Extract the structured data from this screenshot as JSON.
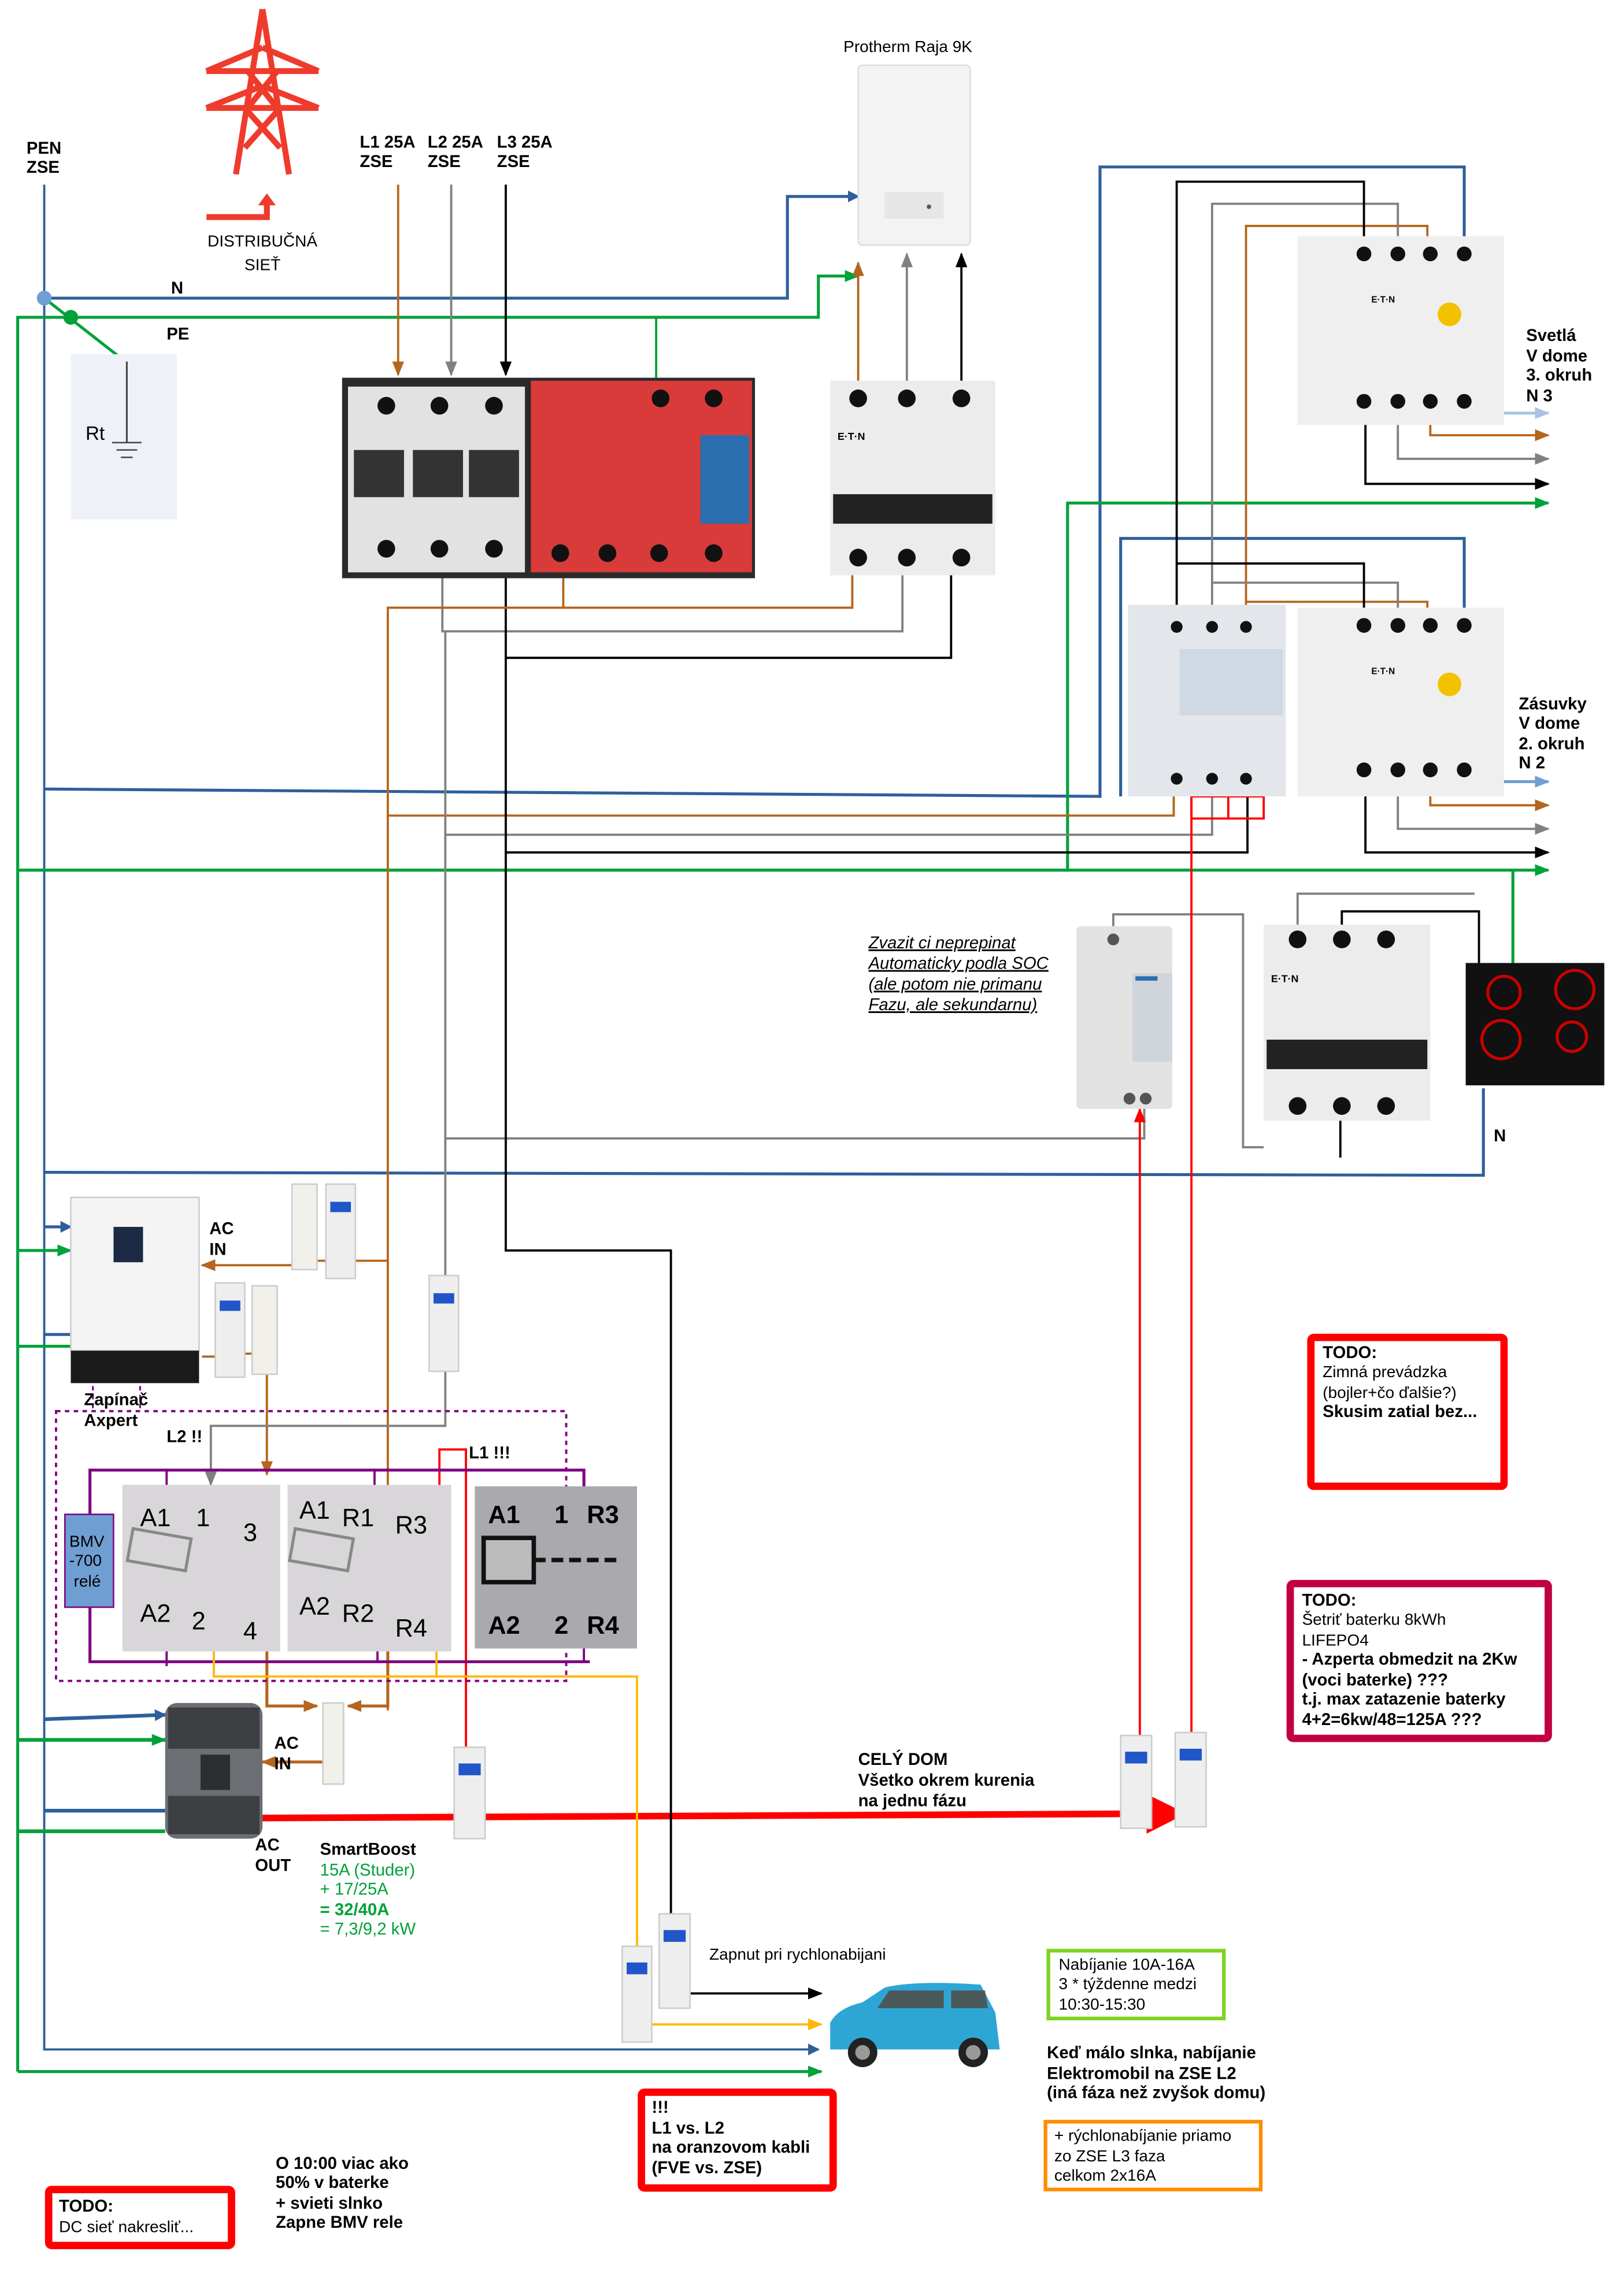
{
  "grid": {
    "pen_label": [
      "PEN",
      "ZSE"
    ],
    "distribution_label": [
      "DISTRIBUČNÁ",
      "SIEŤ"
    ],
    "phases": [
      {
        "label": "L1 25A",
        "sub": "ZSE",
        "color": "#b5651d"
      },
      {
        "label": "L2 25A",
        "sub": "ZSE",
        "color": "#808080"
      },
      {
        "label": "L3 25A",
        "sub": "ZSE",
        "color": "#000000"
      }
    ],
    "n_label": "N",
    "pe_label": "PE",
    "earth_label": "Rt"
  },
  "boiler": {
    "label": "Protherm Raja 9K"
  },
  "circuits": [
    {
      "lines": [
        "Svetlá",
        "V dome",
        "3. okruh",
        "N 3"
      ]
    },
    {
      "lines": [
        "Zásuvky",
        "V dome",
        "2. okruh",
        "N 2"
      ]
    }
  ],
  "cooktop": {
    "n_label": "N"
  },
  "switch_note": [
    "Zvazit ci neprepinat",
    "Automaticky podla SOC",
    "(ale potom nie primanu ",
    "Fazu, ale sekundarnu)"
  ],
  "axpert": {
    "ac_in": [
      "AC",
      "IN"
    ],
    "switch_label": [
      "Zapínač",
      "Axpert"
    ]
  },
  "relay": {
    "l2_label": "L2 !!",
    "l1_label": "L1 !!!",
    "bmv_label": [
      "BMV",
      "-700",
      "relé"
    ],
    "contacts_1": [
      "A1",
      "1",
      "3",
      "A2",
      "2",
      "4"
    ],
    "contacts_2": [
      "A1",
      "R1",
      "R3",
      "A2",
      "R2",
      "R4"
    ],
    "contacts_3": [
      "A1",
      "1",
      "R3",
      "A2",
      "2",
      "R4"
    ]
  },
  "xtender": {
    "ac_in": [
      "AC",
      "IN"
    ],
    "ac_out": [
      "AC",
      "OUT"
    ],
    "smartboost": [
      "SmartBoost",
      "15A (Studer)",
      "+ 17/25A",
      "= 32/40A",
      "= 7,3/9,2 kW"
    ]
  },
  "house_note": [
    "CELÝ DOM",
    "Všetko okrem kurenia",
    "na jednu fázu"
  ],
  "ev": {
    "fast_charge_label": "Zapnut pri rychlonabijani",
    "charging_box": [
      "Nabíjanie 10A-16A",
      "3 * týždenne medzi",
      "10:30-15:30"
    ],
    "low_sun_note": [
      "Keď málo slnka, nabíjanie",
      "Elektromobil na ZSE L2",
      "(iná fáza než zvyšok domu)"
    ],
    "fast_box": [
      "+ rýchlonabíjanie priamo",
      "zo ZSE L3 faza",
      "celkom 2x16A"
    ]
  },
  "todos": {
    "winter": [
      "TODO:",
      "Zimná prevádzka",
      "(bojler+čo ďalšie?)",
      "Skusim zatial bez..."
    ],
    "battery": [
      "TODO:",
      "Šetriť baterku 8kWh",
      "LIFEPO4",
      "- Azperta obmedzit na 2Kw",
      "(voci baterke) ???",
      "t.j. max zatazenie baterky",
      "4+2=6kw/48=125A ???"
    ],
    "phase_warning": [
      "!!!",
      "L1 vs. L2",
      "na oranzovom kabli",
      "(FVE vs. ZSE)"
    ],
    "dc": [
      "TODO:",
      "DC sieť nakresliť..."
    ]
  },
  "bmv_note": [
    "O 10:00 viac ako",
    "50% v baterke",
    "+ svieti slnko",
    "Zapne BMV rele"
  ],
  "colors": {
    "neutral": "#2e5f9a",
    "pe": "#00a13a",
    "l1": "#b5651d",
    "l2": "#808080",
    "l3": "#000000",
    "inverter_out": "#ff0000",
    "relay": "#800080",
    "yellow": "#ffb800",
    "todo_red": "#ff0000",
    "todo_crimson": "#c0003f",
    "box_green": "#7ed321",
    "box_orange": "#ff8c00"
  }
}
